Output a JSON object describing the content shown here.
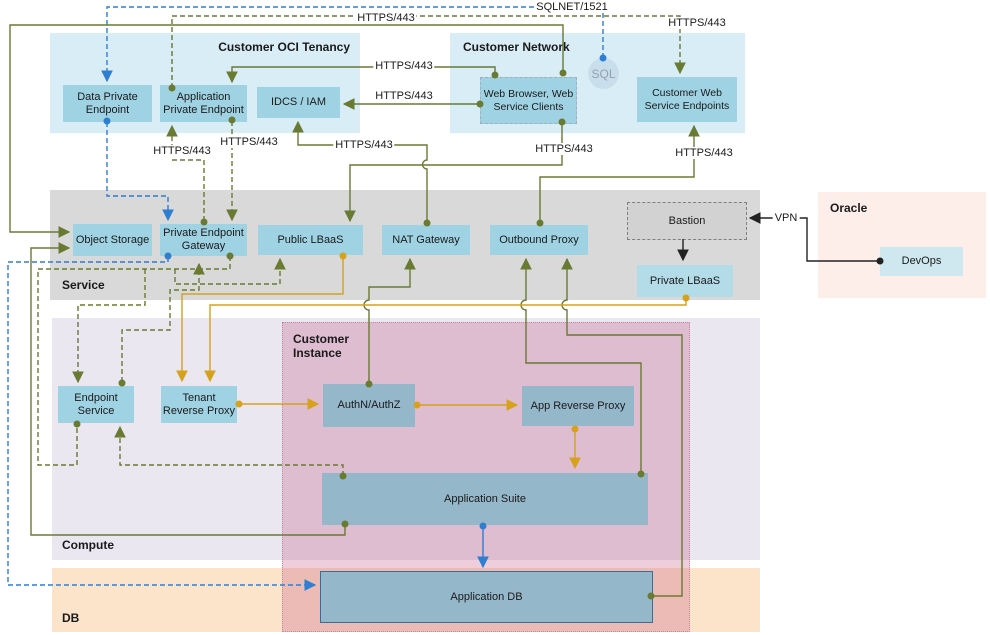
{
  "zones": {
    "tenancy": {
      "label": "Customer OCI Tenancy"
    },
    "network": {
      "label": "Customer Network"
    },
    "service": {
      "label": "Service"
    },
    "oracle": {
      "label": "Oracle"
    },
    "compute": {
      "label": "Compute"
    },
    "customer_instance": {
      "label": "Customer Instance"
    },
    "db": {
      "label": "DB"
    }
  },
  "nodes": {
    "data_private_endpoint": {
      "label": "Data Private Endpoint"
    },
    "application_private_endpoint": {
      "label": "Application Private Endpoint"
    },
    "idcs_iam": {
      "label": "IDCS / IAM"
    },
    "web_browser": {
      "label": "Web Browser, Web Service Clients"
    },
    "sql": {
      "label": "SQL"
    },
    "customer_web_service_endpoints": {
      "label": "Customer Web Service Endpoints"
    },
    "object_storage": {
      "label": "Object Storage"
    },
    "private_endpoint_gateway": {
      "label": "Private Endpoint Gateway"
    },
    "public_lbaas": {
      "label": "Public LBaaS"
    },
    "nat_gateway": {
      "label": "NAT Gateway"
    },
    "outbound_proxy": {
      "label": "Outbound Proxy"
    },
    "bastion": {
      "label": "Bastion"
    },
    "private_lbaas": {
      "label": "Private LBaaS"
    },
    "devops": {
      "label": "DevOps"
    },
    "endpoint_service": {
      "label": "Endpoint Service"
    },
    "tenant_reverse_proxy": {
      "label": "Tenant Reverse Proxy"
    },
    "authn_authz": {
      "label": "AuthN/AuthZ"
    },
    "app_reverse_proxy": {
      "label": "App Reverse Proxy"
    },
    "application_suite": {
      "label": "Application Suite"
    },
    "application_db": {
      "label": "Application DB"
    }
  },
  "connection_labels": {
    "https": "HTTPS/443",
    "sqlnet": "SQLNET/1521",
    "vpn": "VPN"
  },
  "colors": {
    "olive": "#697a33",
    "gold": "#d6a21b",
    "blue": "#2f7ed0",
    "black": "#222222",
    "zone_blue": "#d9edf6",
    "zone_gray": "#d9d9d9",
    "zone_oracle": "#fdeeea",
    "zone_compute": "#eae7f1",
    "zone_db": "#fce4cb",
    "node_blue": "#9fd3e3",
    "node_dark": "#95b7ca"
  }
}
